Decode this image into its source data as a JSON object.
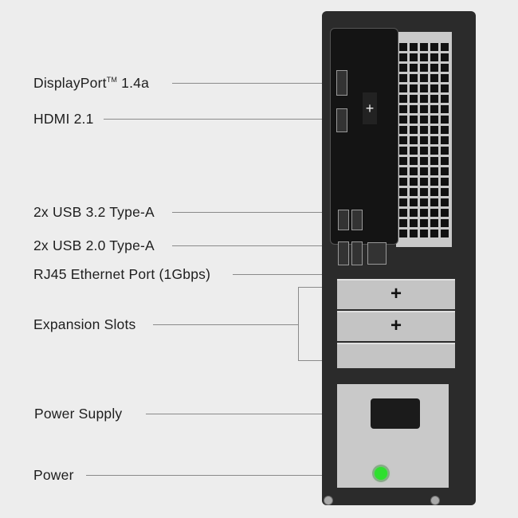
{
  "labels": {
    "displayport": {
      "text": "DisplayPort",
      "tm": "TM",
      "version": " 1.4a"
    },
    "hdmi": "HDMI 2.1",
    "usb32": "2x USB 3.2 Type-A",
    "usb20": "2x USB 2.0 Type-A",
    "rj45": "RJ45 Ethernet Port (1Gbps)",
    "expansion": "Expansion Slots",
    "psu": "Power Supply",
    "power": "Power"
  },
  "colors": {
    "background": "#ededed",
    "chassis": "#2b2b2b",
    "led": "#2ee02e"
  }
}
